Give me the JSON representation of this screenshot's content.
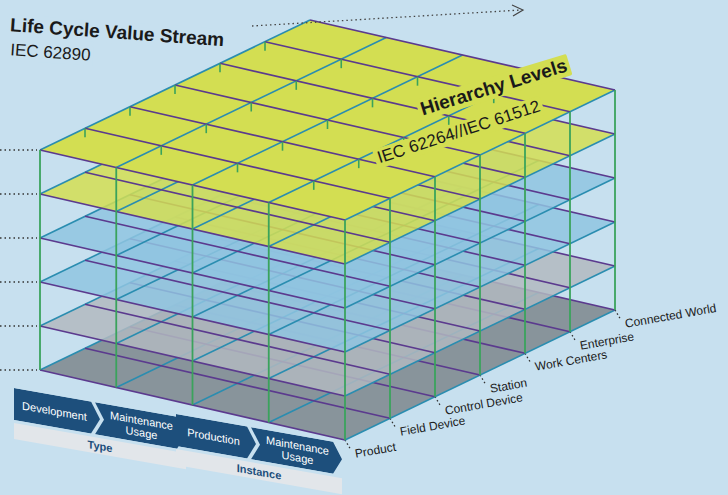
{
  "diagram": {
    "nodes": [
      {
        "text": [
          "Type"
        ]
      },
      {
        "text": [
          "Development"
        ],
        "in": 0
      },
      {
        "text": [
          "Maintenance Usage"
        ],
        "in": 0
      },
      {
        "text": [
          "Instance"
        ]
      },
      {
        "text": [
          "Production"
        ],
        "in": 3
      },
      {
        "text": [
          "Maintenance Usage"
        ],
        "in": 3
      }
    ],
    "labels": [
      "Life Cycle Value Stream",
      "IEC 62890",
      "Hierarchy Levels",
      "IEC 62264//IEC 61512",
      "Connected World",
      "Enterprise",
      "Work Centers",
      "Station",
      "Control Device",
      "Field Device",
      "Product"
    ]
  }
}
